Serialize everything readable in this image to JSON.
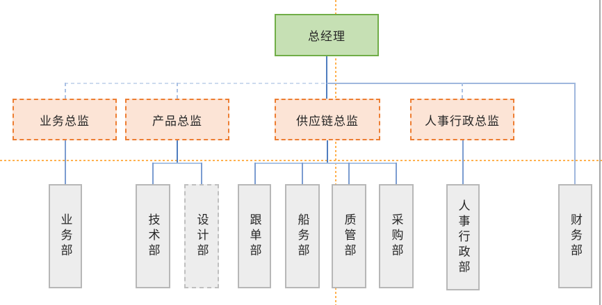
{
  "diagram": {
    "title_node": {
      "label": "总经理"
    },
    "directors": [
      {
        "label": "业务总监"
      },
      {
        "label": "产品总监"
      },
      {
        "label": "供应链总监"
      },
      {
        "label": "人事行政总监"
      }
    ],
    "departments": [
      {
        "label": "业务部",
        "border": "solid"
      },
      {
        "label": "技术部",
        "border": "solid"
      },
      {
        "label": "设计部",
        "border": "dashed"
      },
      {
        "label": "跟单部",
        "border": "solid"
      },
      {
        "label": "船务部",
        "border": "solid"
      },
      {
        "label": "质管部",
        "border": "solid"
      },
      {
        "label": "采购部",
        "border": "solid"
      },
      {
        "label": "人事行政部",
        "border": "solid"
      },
      {
        "label": "财务部",
        "border": "solid"
      }
    ],
    "edges": [
      {
        "from": "总经理",
        "to": "业务总监"
      },
      {
        "from": "总经理",
        "to": "产品总监"
      },
      {
        "from": "总经理",
        "to": "供应链总监"
      },
      {
        "from": "总经理",
        "to": "人事行政总监"
      },
      {
        "from": "总经理",
        "to": "财务部"
      },
      {
        "from": "业务总监",
        "to": "业务部"
      },
      {
        "from": "产品总监",
        "to": "技术部"
      },
      {
        "from": "产品总监",
        "to": "设计部"
      },
      {
        "from": "供应链总监",
        "to": "跟单部"
      },
      {
        "from": "供应链总监",
        "to": "船务部"
      },
      {
        "from": "供应链总监",
        "to": "质管部"
      },
      {
        "from": "供应链总监",
        "to": "采购部"
      },
      {
        "from": "人事行政总监",
        "to": "人事行政部"
      }
    ]
  },
  "palette": {
    "root_fill": "#c6e0b4",
    "root_border": "#70ad47",
    "director_fill": "#fce4d6",
    "director_border": "#ed7d31",
    "dept_fill": "#ededed",
    "dept_border": "#b7b7b7",
    "connector_strong": "#4f7dbf",
    "connector_light": "#9fb7dd",
    "guide_orange": "#ffb14e",
    "page_edge_gray": "#a6a6a6"
  }
}
